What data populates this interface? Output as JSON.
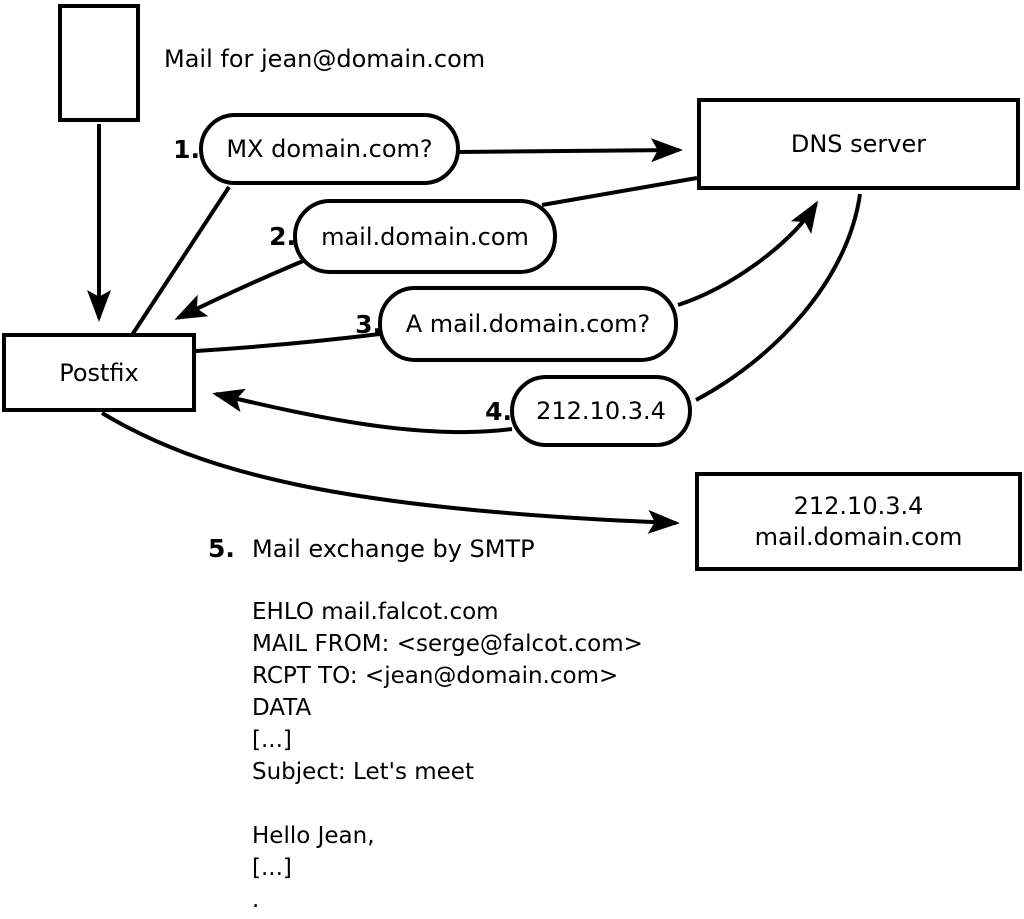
{
  "diagram": {
    "title_note": "Mail for jean@domain.com",
    "nodes": {
      "postfix": {
        "label": "Postfix"
      },
      "dns": {
        "label": "DNS server"
      },
      "mail_server": {
        "line1": "212.10.3.4",
        "line2": "mail.domain.com"
      }
    },
    "steps": [
      {
        "num": "1.",
        "label": "MX domain.com?"
      },
      {
        "num": "2.",
        "label": "mail.domain.com"
      },
      {
        "num": "3.",
        "label": "A mail.domain.com?"
      },
      {
        "num": "4.",
        "label": "212.10.3.4"
      },
      {
        "num": "5.",
        "label": "Mail exchange by SMTP"
      }
    ],
    "smtp_session": [
      "EHLO mail.falcot.com",
      "MAIL FROM: <serge@falcot.com>",
      "RCPT TO: <jean@domain.com>",
      "DATA",
      "[...]",
      "Subject: Let's meet",
      "",
      "Hello Jean,",
      "[...]",
      "."
    ],
    "colors": {
      "ink": "#000000",
      "background": "#ffffff"
    }
  }
}
